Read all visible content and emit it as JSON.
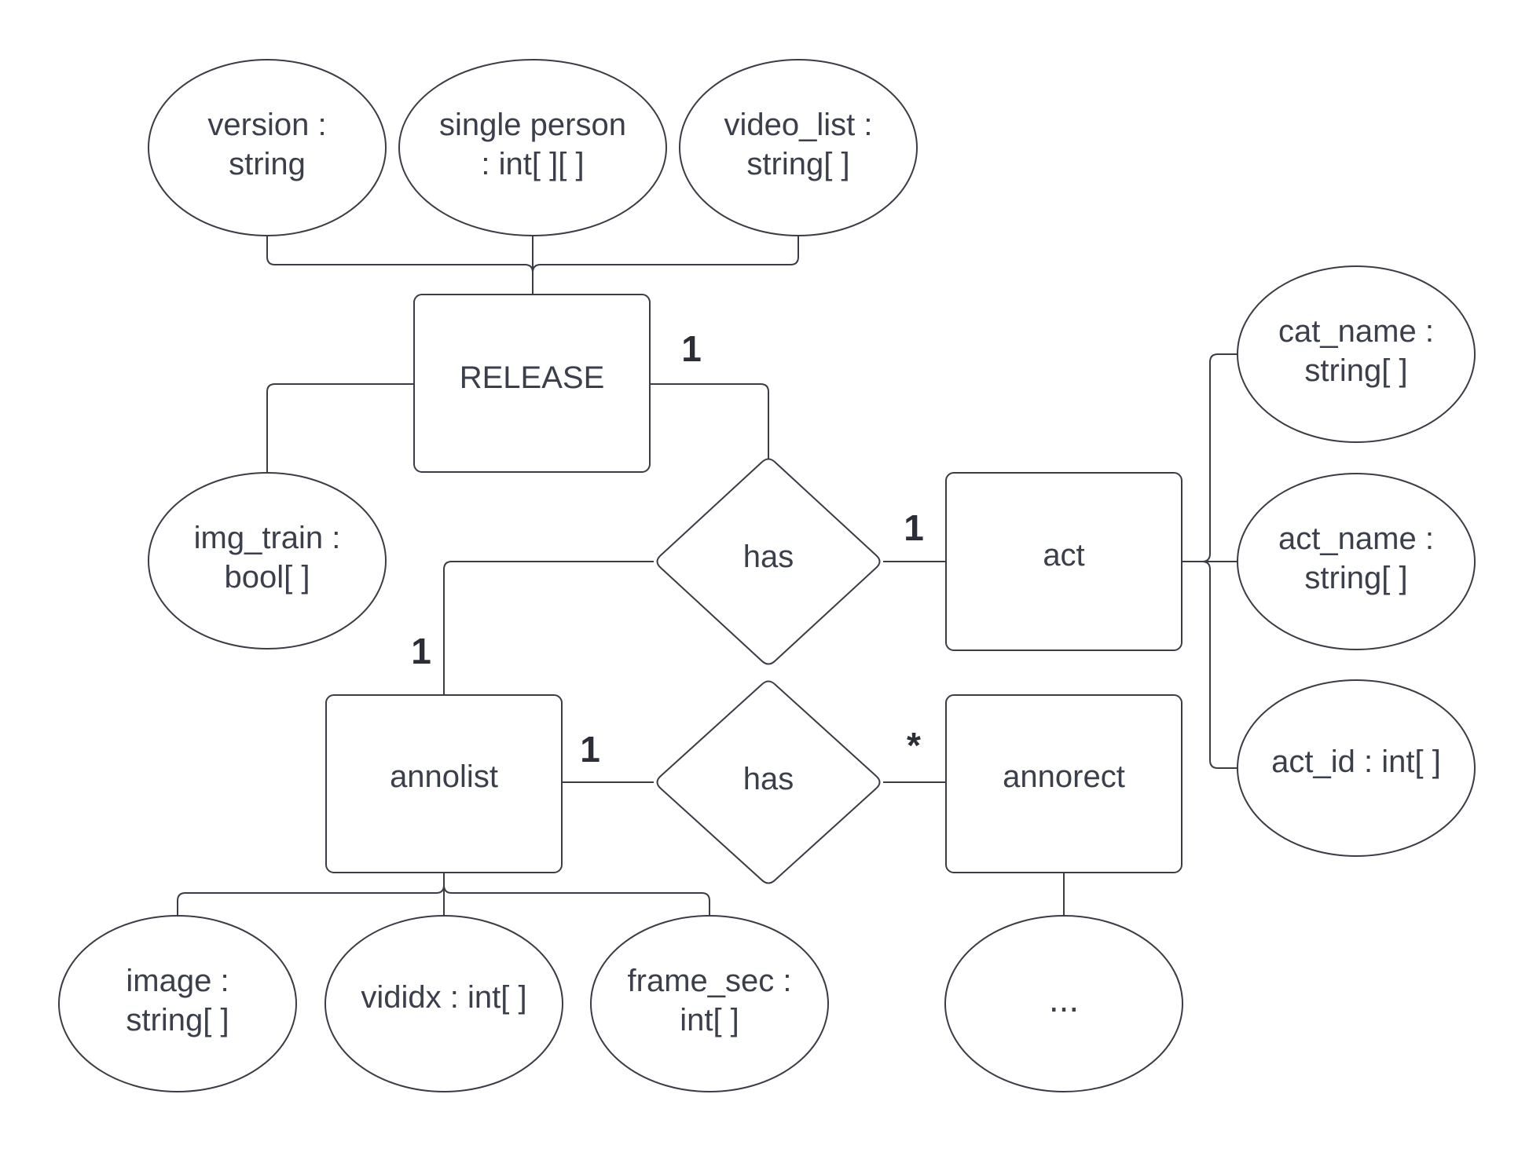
{
  "entities": {
    "release": "RELEASE",
    "act": "act",
    "annolist": "annolist",
    "annorect": "annorect"
  },
  "relationships": {
    "release_act": "has",
    "annolist_annorect": "has"
  },
  "attributes": {
    "version": [
      "version :",
      "string"
    ],
    "single_person": [
      "single person",
      ":  int[ ][ ]"
    ],
    "video_list": [
      "video_list :",
      "string[ ]"
    ],
    "img_train": [
      "img_train :",
      "bool[ ]"
    ],
    "cat_name": [
      "cat_name :",
      "string[ ]"
    ],
    "act_name": [
      "act_name :",
      "string[ ]"
    ],
    "act_id": [
      "act_id : int[ ]"
    ],
    "image": [
      "image :",
      "string[ ]"
    ],
    "vididx": [
      "vididx : int[ ]"
    ],
    "frame_sec": [
      "frame_sec :",
      "int[ ]"
    ],
    "annorect_more": [
      "..."
    ]
  },
  "cardinalities": {
    "release_side": "1",
    "act_side": "1",
    "annolist_to_act_has": "1",
    "annolist_side": "1",
    "annorect_side": "*"
  },
  "colors": {
    "stroke": "#3a3d45",
    "text": "#3a3f4b",
    "background": "#ffffff"
  }
}
